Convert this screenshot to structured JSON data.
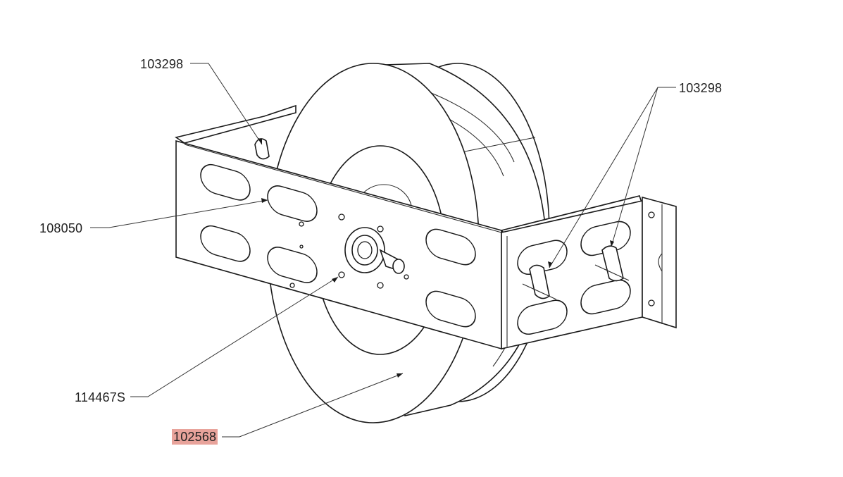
{
  "callouts": [
    {
      "id": "top-left",
      "text": "103298",
      "highlighted": false
    },
    {
      "id": "top-right",
      "text": "103298",
      "highlighted": false
    },
    {
      "id": "bracket",
      "text": "108050",
      "highlighted": false
    },
    {
      "id": "bolt",
      "text": "114467S",
      "highlighted": false
    },
    {
      "id": "drum",
      "text": "102568",
      "highlighted": true
    }
  ],
  "colors": {
    "highlight": "#e8a39b",
    "line": "#1a1a1a"
  }
}
